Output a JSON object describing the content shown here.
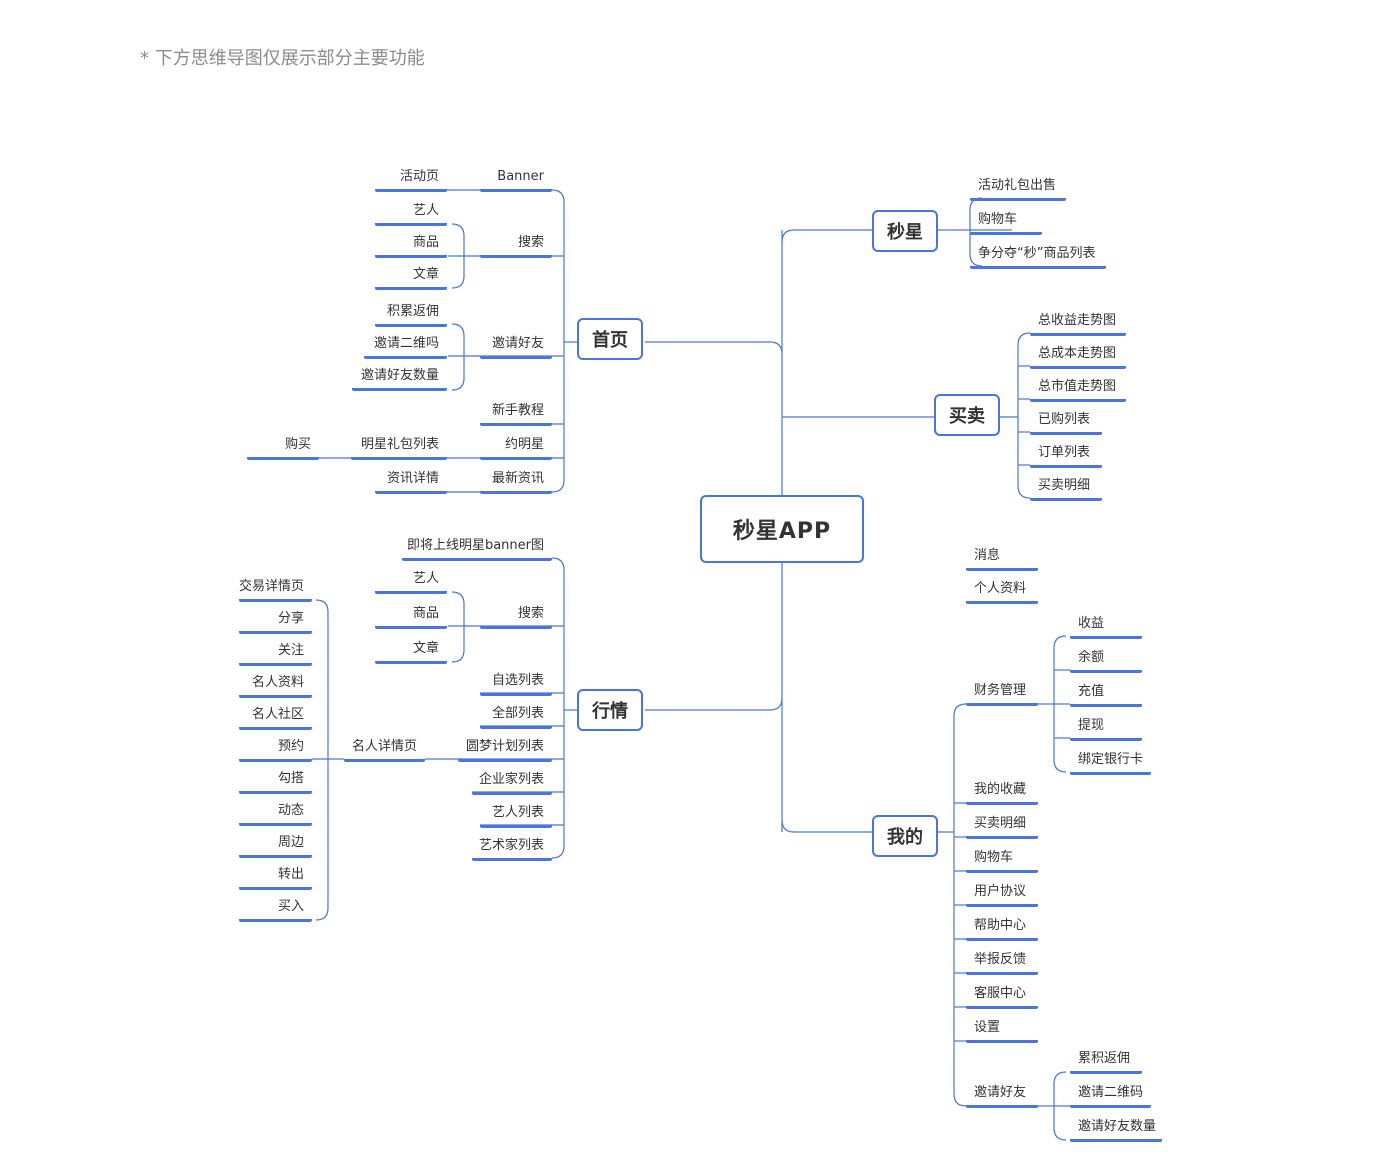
{
  "note": "* 下方思维导图仅展示部分主要功能",
  "root": "秒星APP",
  "branches": {
    "home": "首页",
    "miaoxing": "秒星",
    "trade": "买卖",
    "market": "行情",
    "mine": "我的"
  },
  "home": {
    "banner": "Banner",
    "banner_child": "活动页",
    "search": "搜索",
    "search_children": [
      "艺人",
      "商品",
      "文章"
    ],
    "invite": "邀请好友",
    "invite_children": [
      "积累返佣",
      "邀请二维吗",
      "邀请好友数量"
    ],
    "tutorial": "新手教程",
    "date_star": "约明星",
    "star_gift_list": "明星礼包列表",
    "buy": "购买",
    "news": "最新资讯",
    "news_detail": "资讯详情"
  },
  "miaoxing": {
    "children": [
      "活动礼包出售",
      "购物车",
      "争分夺“秒”商品列表"
    ]
  },
  "trade": {
    "children": [
      "总收益走势图",
      "总成本走势图",
      "总市值走势图",
      "已购列表",
      "订单列表",
      "买卖明细"
    ]
  },
  "market": {
    "banner": "即将上线明星banner图",
    "search": "搜索",
    "search_children": [
      "艺人",
      "商品",
      "文章"
    ],
    "lists": [
      "自选列表",
      "全部列表",
      "圆梦计划列表",
      "企业家列表",
      "艺人列表",
      "艺术家列表"
    ],
    "celebrity_detail": "名人详情页",
    "celebrity_children": [
      "交易详情页",
      "分享",
      "关注",
      "名人资料",
      "名人社区",
      "预约",
      "勾搭",
      "动态",
      "周边",
      "转出",
      "买入"
    ]
  },
  "mine": {
    "message": "消息",
    "profile": "个人资料",
    "finance": "财务管理",
    "finance_children": [
      "收益",
      "余额",
      "充值",
      "提现",
      "绑定银行卡"
    ],
    "items": [
      "我的收藏",
      "买卖明细",
      "购物车",
      "用户协议",
      "帮助中心",
      "举报反馈",
      "客服中心",
      "设置"
    ],
    "invite": "邀请好友",
    "invite_children": [
      "累积返佣",
      "邀请二维码",
      "邀请好友数量"
    ]
  },
  "colors": {
    "accent": "#4a74de",
    "text": "#333333",
    "note": "#8c8c8c"
  }
}
